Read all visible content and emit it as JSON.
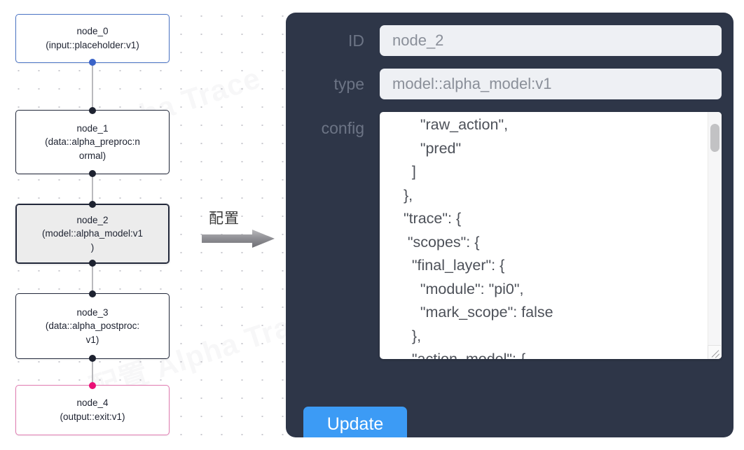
{
  "canvas": {
    "nodes": [
      {
        "id": "node_0",
        "title": "node_0",
        "subtitle": "(input::placeholder:v1)",
        "variant": "input"
      },
      {
        "id": "node_1",
        "title": "node_1",
        "subtitle": "(data::alpha_preproc:n",
        "subtitle2": "ormal)",
        "variant": "default"
      },
      {
        "id": "node_2",
        "title": "node_2",
        "subtitle": "(model::alpha_model:v1",
        "subtitle2": ")",
        "variant": "selected"
      },
      {
        "id": "node_3",
        "title": "node_3",
        "subtitle": "(data::alpha_postproc:",
        "subtitle2": "v1)",
        "variant": "default"
      },
      {
        "id": "node_4",
        "title": "node_4",
        "subtitle": "(output::exit:v1)",
        "variant": "output"
      }
    ],
    "watermark_text": "配置 Alpha Trace"
  },
  "annotation": {
    "label": "配置",
    "arrow_icon": "arrow-right-icon"
  },
  "inspector": {
    "fields": {
      "id_label": "ID",
      "id_value": "node_2",
      "type_label": "type",
      "type_value": "model::alpha_model:v1",
      "config_label": "config",
      "config_value": "      \"raw_action\",\n      \"pred\"\n    ]\n  },\n  \"trace\": {\n   \"scopes\": {\n    \"final_layer\": {\n      \"module\": \"pi0\",\n      \"mark_scope\": false\n    },\n    \"action_model\": {"
    },
    "update_label": "Update"
  },
  "colors": {
    "panel_background": "#2e3648",
    "panel_label": "#6c7485",
    "input_background": "#eef0f4",
    "input_text": "#8a8f99",
    "update_button": "#3c9bf5",
    "node_border": "#22283a",
    "input_node_border": "#4a73c4",
    "output_node_border": "#e07ab0",
    "selected_node_fill": "#ececec",
    "handle_default": "#1d2230",
    "handle_input": "#3a63c8",
    "handle_output": "#ea0f76",
    "edge": "#b9b9bd",
    "canvas_dot": "#c9c9cf"
  }
}
